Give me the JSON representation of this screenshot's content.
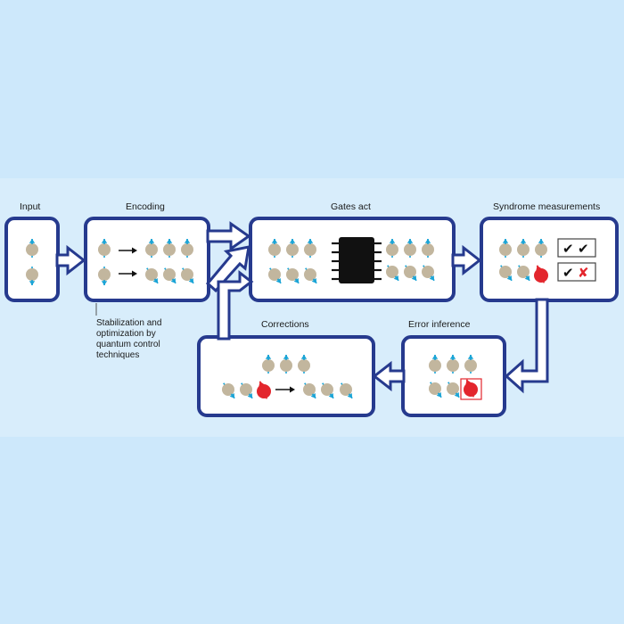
{
  "stages": {
    "input": "Input",
    "encoding": "Encoding",
    "gates": "Gates act",
    "syndrome": "Syndrome measurements",
    "inference": "Error inference",
    "corrections": "Corrections"
  },
  "note": {
    "line1": "Stabilization and",
    "line2": "optimization by",
    "line3": "quantum control",
    "line4": "techniques"
  },
  "checks": {
    "row1": [
      "✔",
      "✔"
    ],
    "row2": [
      "✔",
      "✘"
    ]
  },
  "colors": {
    "background": "#cde8fb",
    "band": "#d8edfb",
    "frame": "#263a8e",
    "qubit": "#c2b69e",
    "spin": "#1aa4d6",
    "error": "#e3262d",
    "chip": "#111111"
  }
}
